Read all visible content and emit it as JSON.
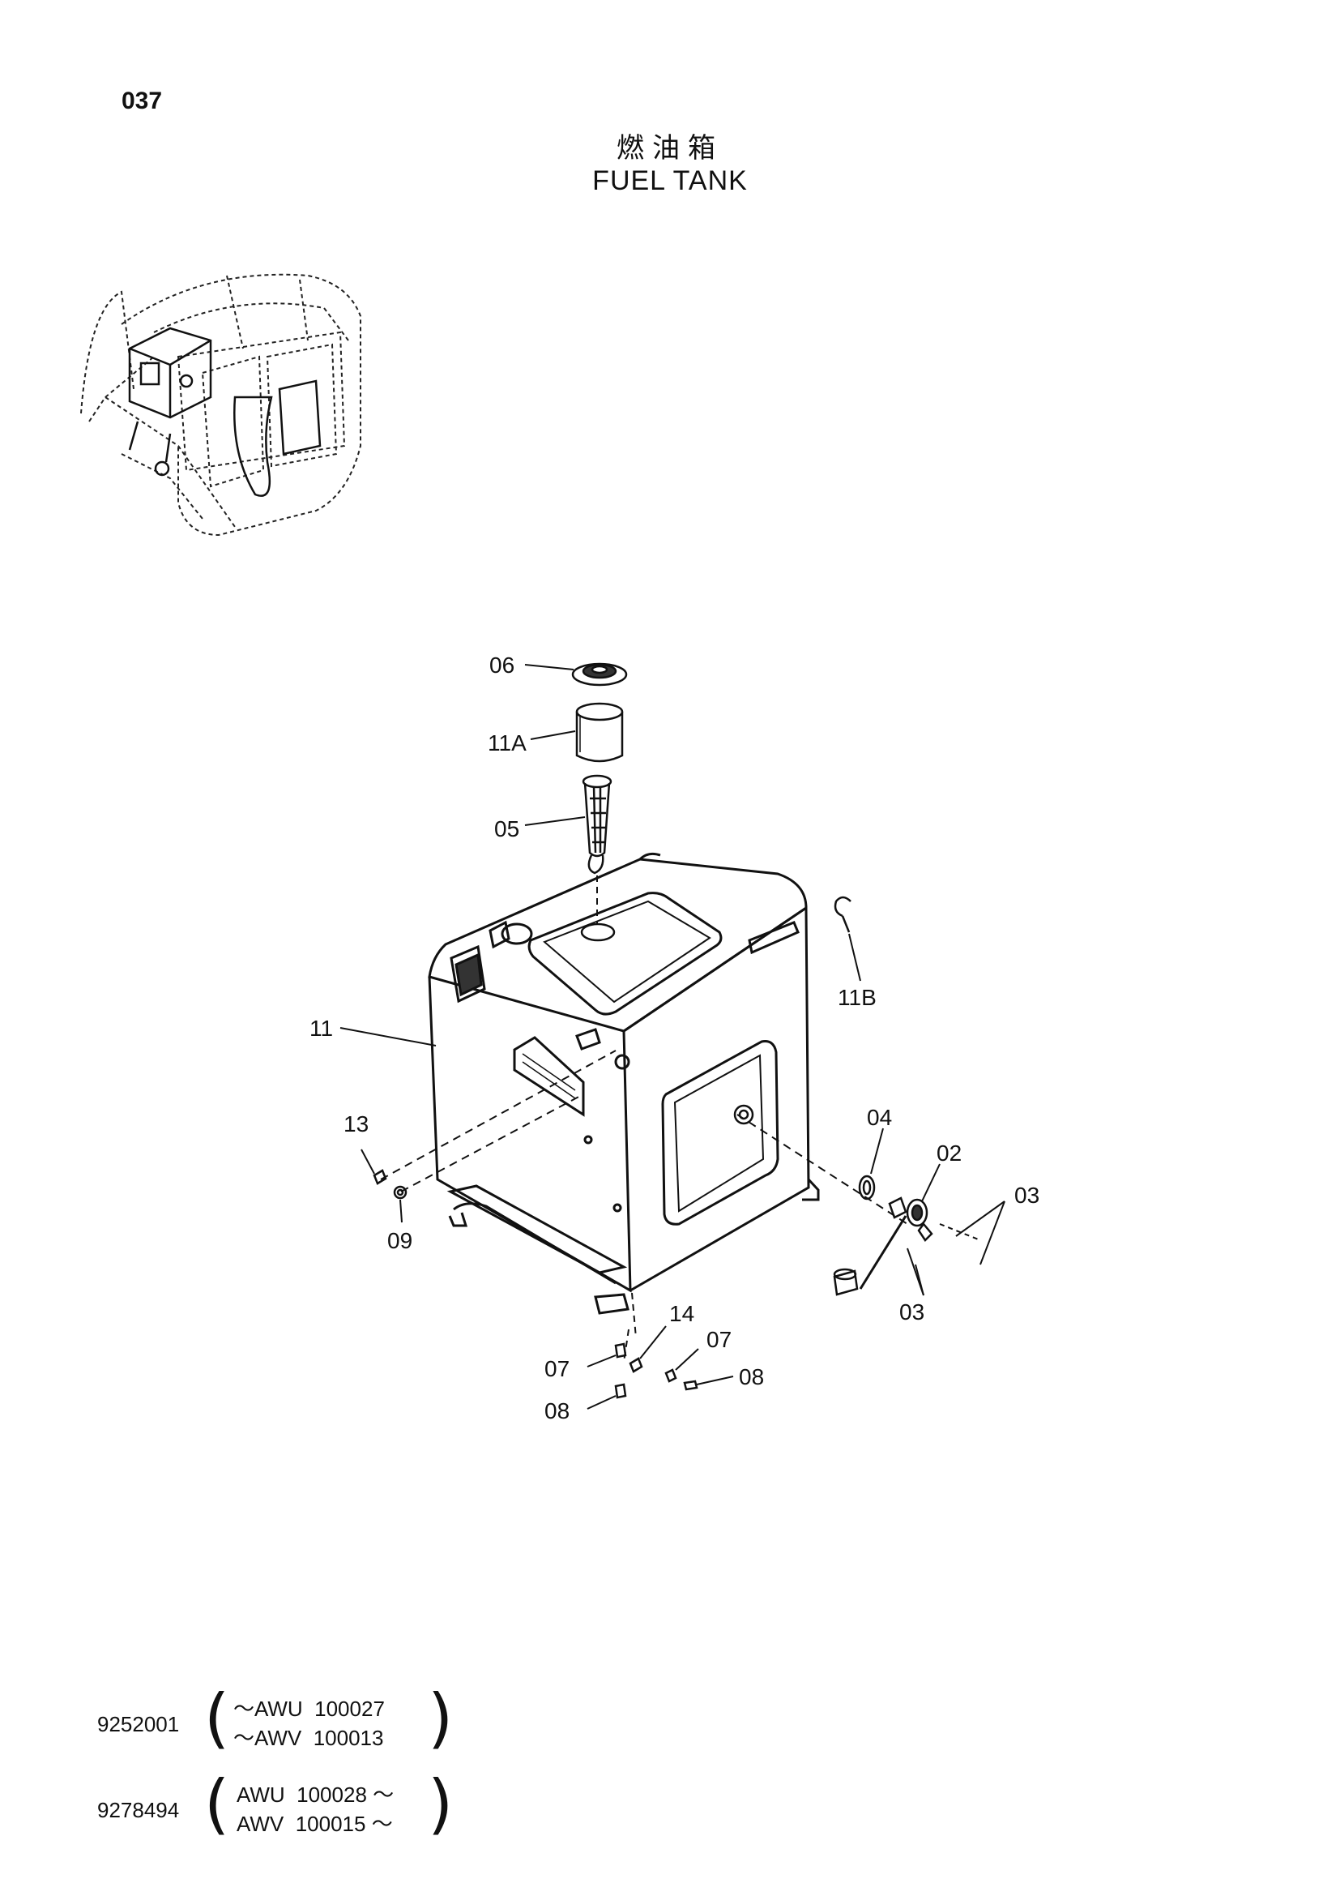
{
  "header": {
    "page_number": "037",
    "title_cn": "燃油箱",
    "title_en": "FUEL TANK"
  },
  "callouts": {
    "c06": "06",
    "c11A": "11A",
    "c05": "05",
    "c11": "11",
    "c11B": "11B",
    "c13": "13",
    "c09": "09",
    "c04": "04",
    "c02": "02",
    "c03a": "03",
    "c03b": "03",
    "c14": "14",
    "c07a": "07",
    "c07b": "07",
    "c08a": "08",
    "c08b": "08"
  },
  "serials": [
    {
      "number": "9252001",
      "line1": "～AWU  100027",
      "line2": "～AWV  100013"
    },
    {
      "number": "9278494",
      "line1": "AWU  100028 ～",
      "line2": "AWV  100015 ～"
    }
  ]
}
